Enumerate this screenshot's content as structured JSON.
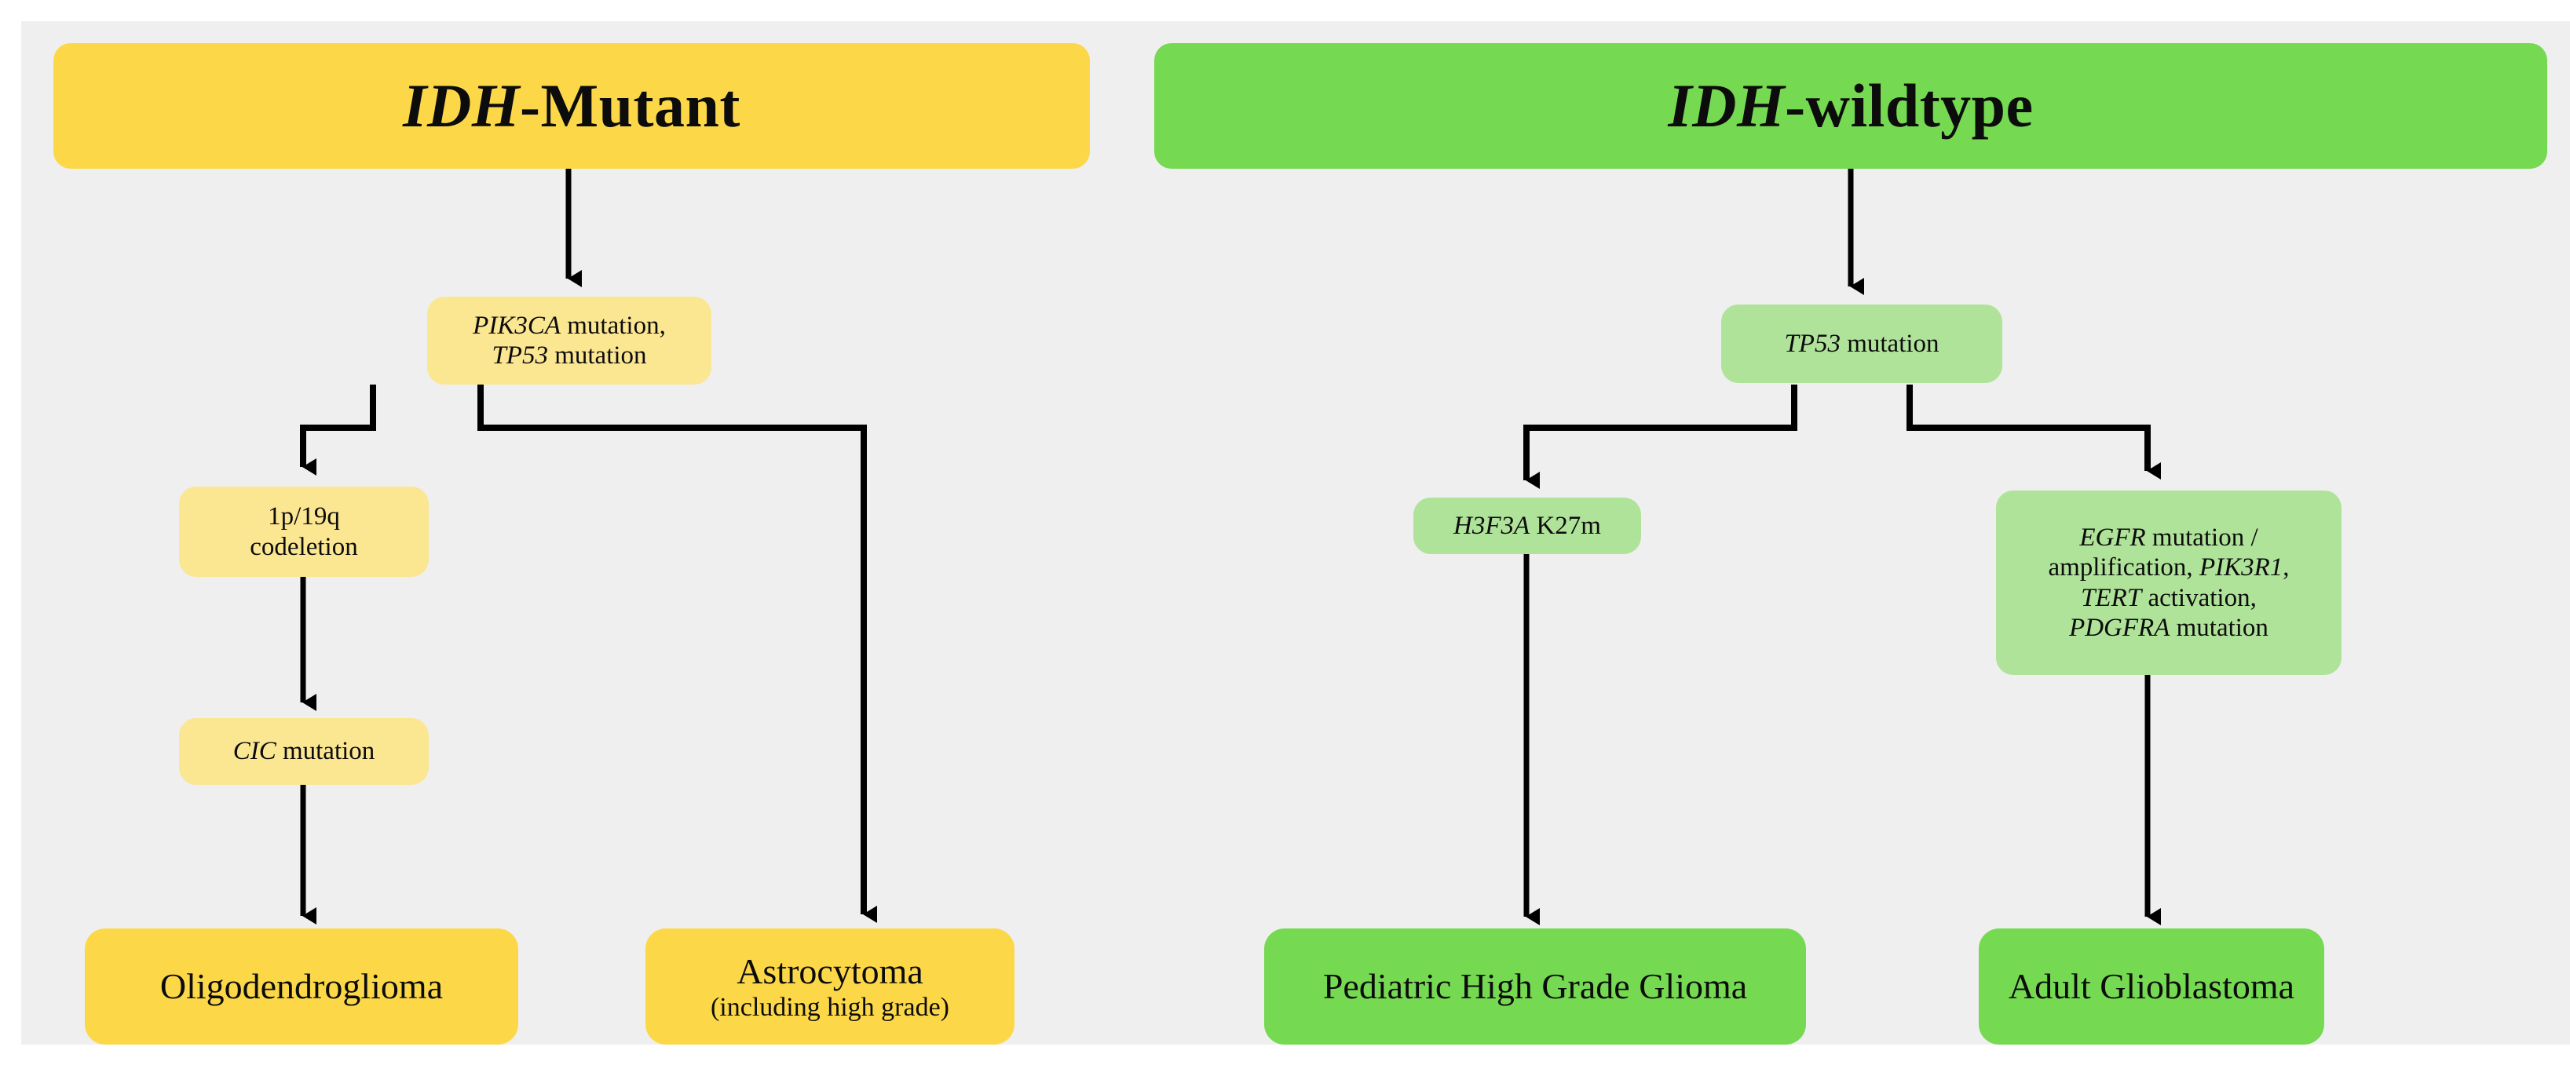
{
  "figure": {
    "type": "flowchart",
    "background_color": "#efefef",
    "page_color": "#ffffff",
    "connector_color": "#000000",
    "branches": 2
  },
  "palette": {
    "yellow_header": "#fcd848",
    "yellow_terminal": "#fcd848",
    "yellow_intermediate": "#fbe691",
    "green_header": "#76d952",
    "green_terminal": "#76d952",
    "green_intermediate": "#b0e39a",
    "text": "#0c0c0c"
  },
  "left_branch": {
    "header": {
      "gene": "IDH",
      "rest": "-Mutant"
    },
    "level1": {
      "line1_gene": "PIK3CA",
      "line1_rest": " mutation,",
      "line2_gene": "TP53",
      "line2_rest": " mutation"
    },
    "level2_left": {
      "line1": "1p/19q",
      "line2": "codeletion"
    },
    "level3_left": {
      "gene": "CIC",
      "rest": " mutation"
    },
    "terminal_left": {
      "label": "Oligodendroglioma"
    },
    "terminal_right": {
      "label": "Astrocytoma",
      "sublabel": "(including high grade)"
    }
  },
  "right_branch": {
    "header": {
      "gene": "IDH",
      "rest": "-wildtype"
    },
    "level1": {
      "gene": "TP53",
      "rest": " mutation"
    },
    "level2_left": {
      "gene": "H3F3A",
      "rest": " K27m"
    },
    "level2_right": {
      "line1_gene": "EGFR",
      "line1_rest": " mutation /",
      "line2_pre": "amplification, ",
      "line2_gene": "PIK3R1",
      "line2_post": ",",
      "line3_gene": "TERT",
      "line3_rest": " activation,",
      "line4_gene": "PDGFRA",
      "line4_rest": " mutation"
    },
    "terminal_left": {
      "label": "Pediatric High Grade Glioma"
    },
    "terminal_right": {
      "label": "Adult Glioblastoma"
    }
  }
}
